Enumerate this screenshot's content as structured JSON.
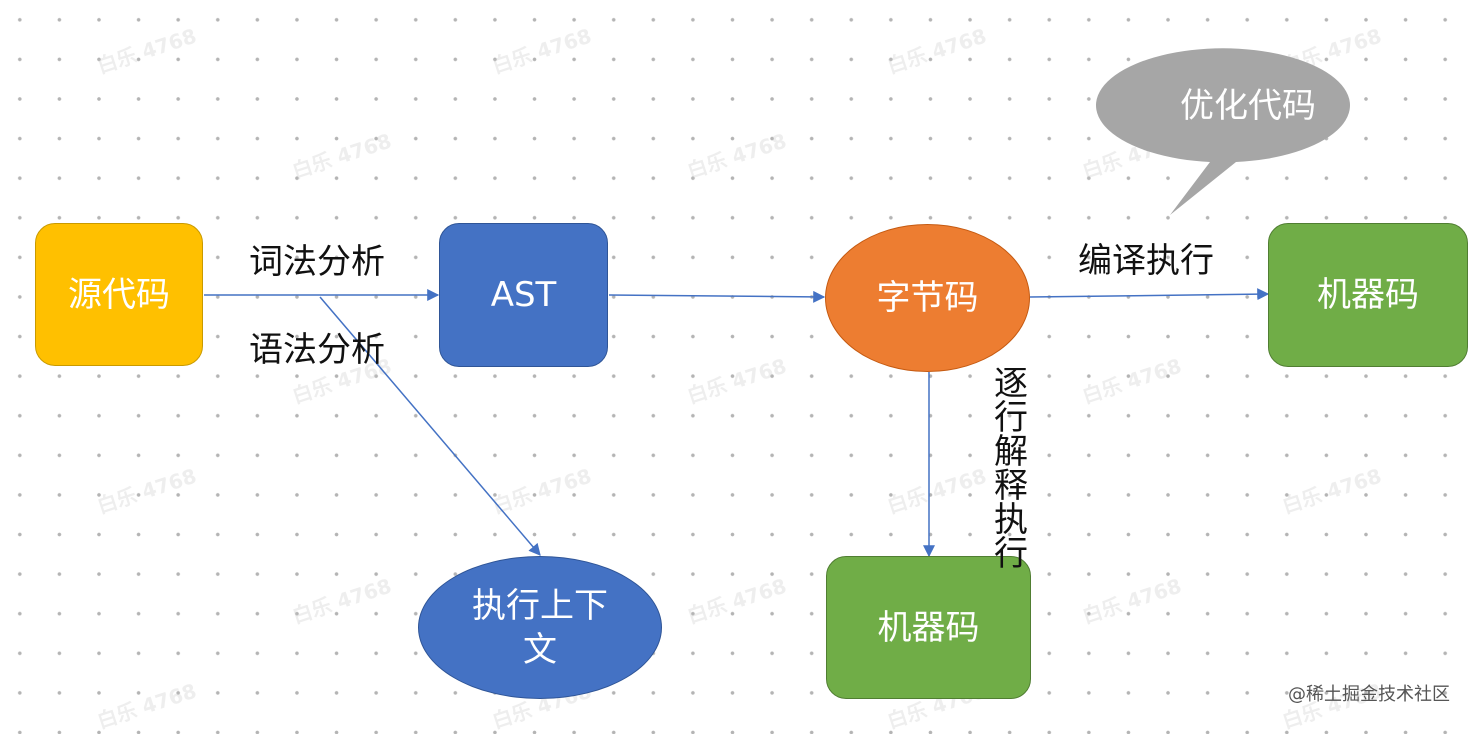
{
  "colors": {
    "source": "#FFC000",
    "ast": "#4472C4",
    "bytecode": "#ED7D31",
    "machine": "#70AD47",
    "context": "#4472C4",
    "callout": "#A6A6A6",
    "arrow": "#4472C4"
  },
  "nodes": {
    "source": "源代码",
    "ast": "AST",
    "bytecode": "字节码",
    "machine_compiled": "机器码",
    "machine_interpreted": "机器码",
    "context": "执行上下文"
  },
  "edges": {
    "lexical": "词法分析",
    "syntax": "语法分析",
    "compile": "编译执行",
    "interpret": "逐行解释执行"
  },
  "callout": "优化代码",
  "watermark": "白乐 4768",
  "credit": "@稀土掘金技术社区"
}
